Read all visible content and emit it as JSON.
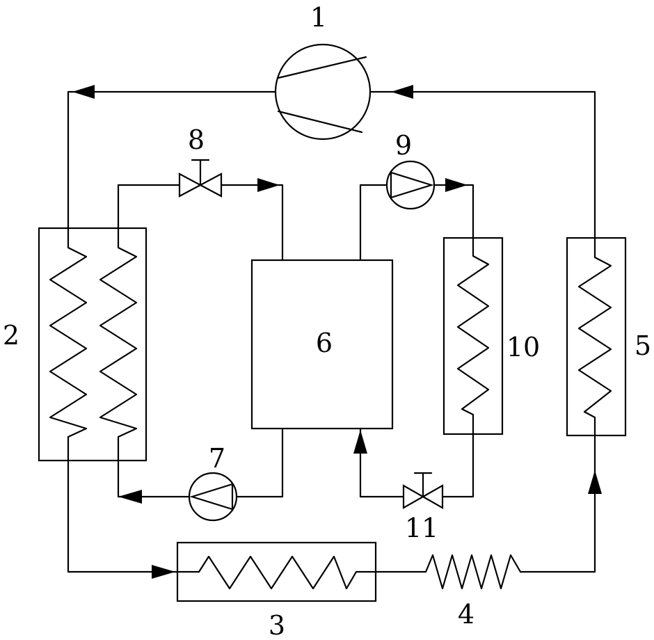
{
  "diagram": {
    "labels": {
      "compressor": "1",
      "heat_exchanger_2": "2",
      "heat_exchanger_3": "3",
      "coil_4": "4",
      "evaporator_5": "5",
      "tank_6": "6",
      "pump_7": "7",
      "valve_8": "8",
      "pump_9": "9",
      "heat_exchanger_10": "10",
      "valve_11": "11"
    },
    "colors": {
      "line": "#000000",
      "background": "#ffffff"
    }
  }
}
